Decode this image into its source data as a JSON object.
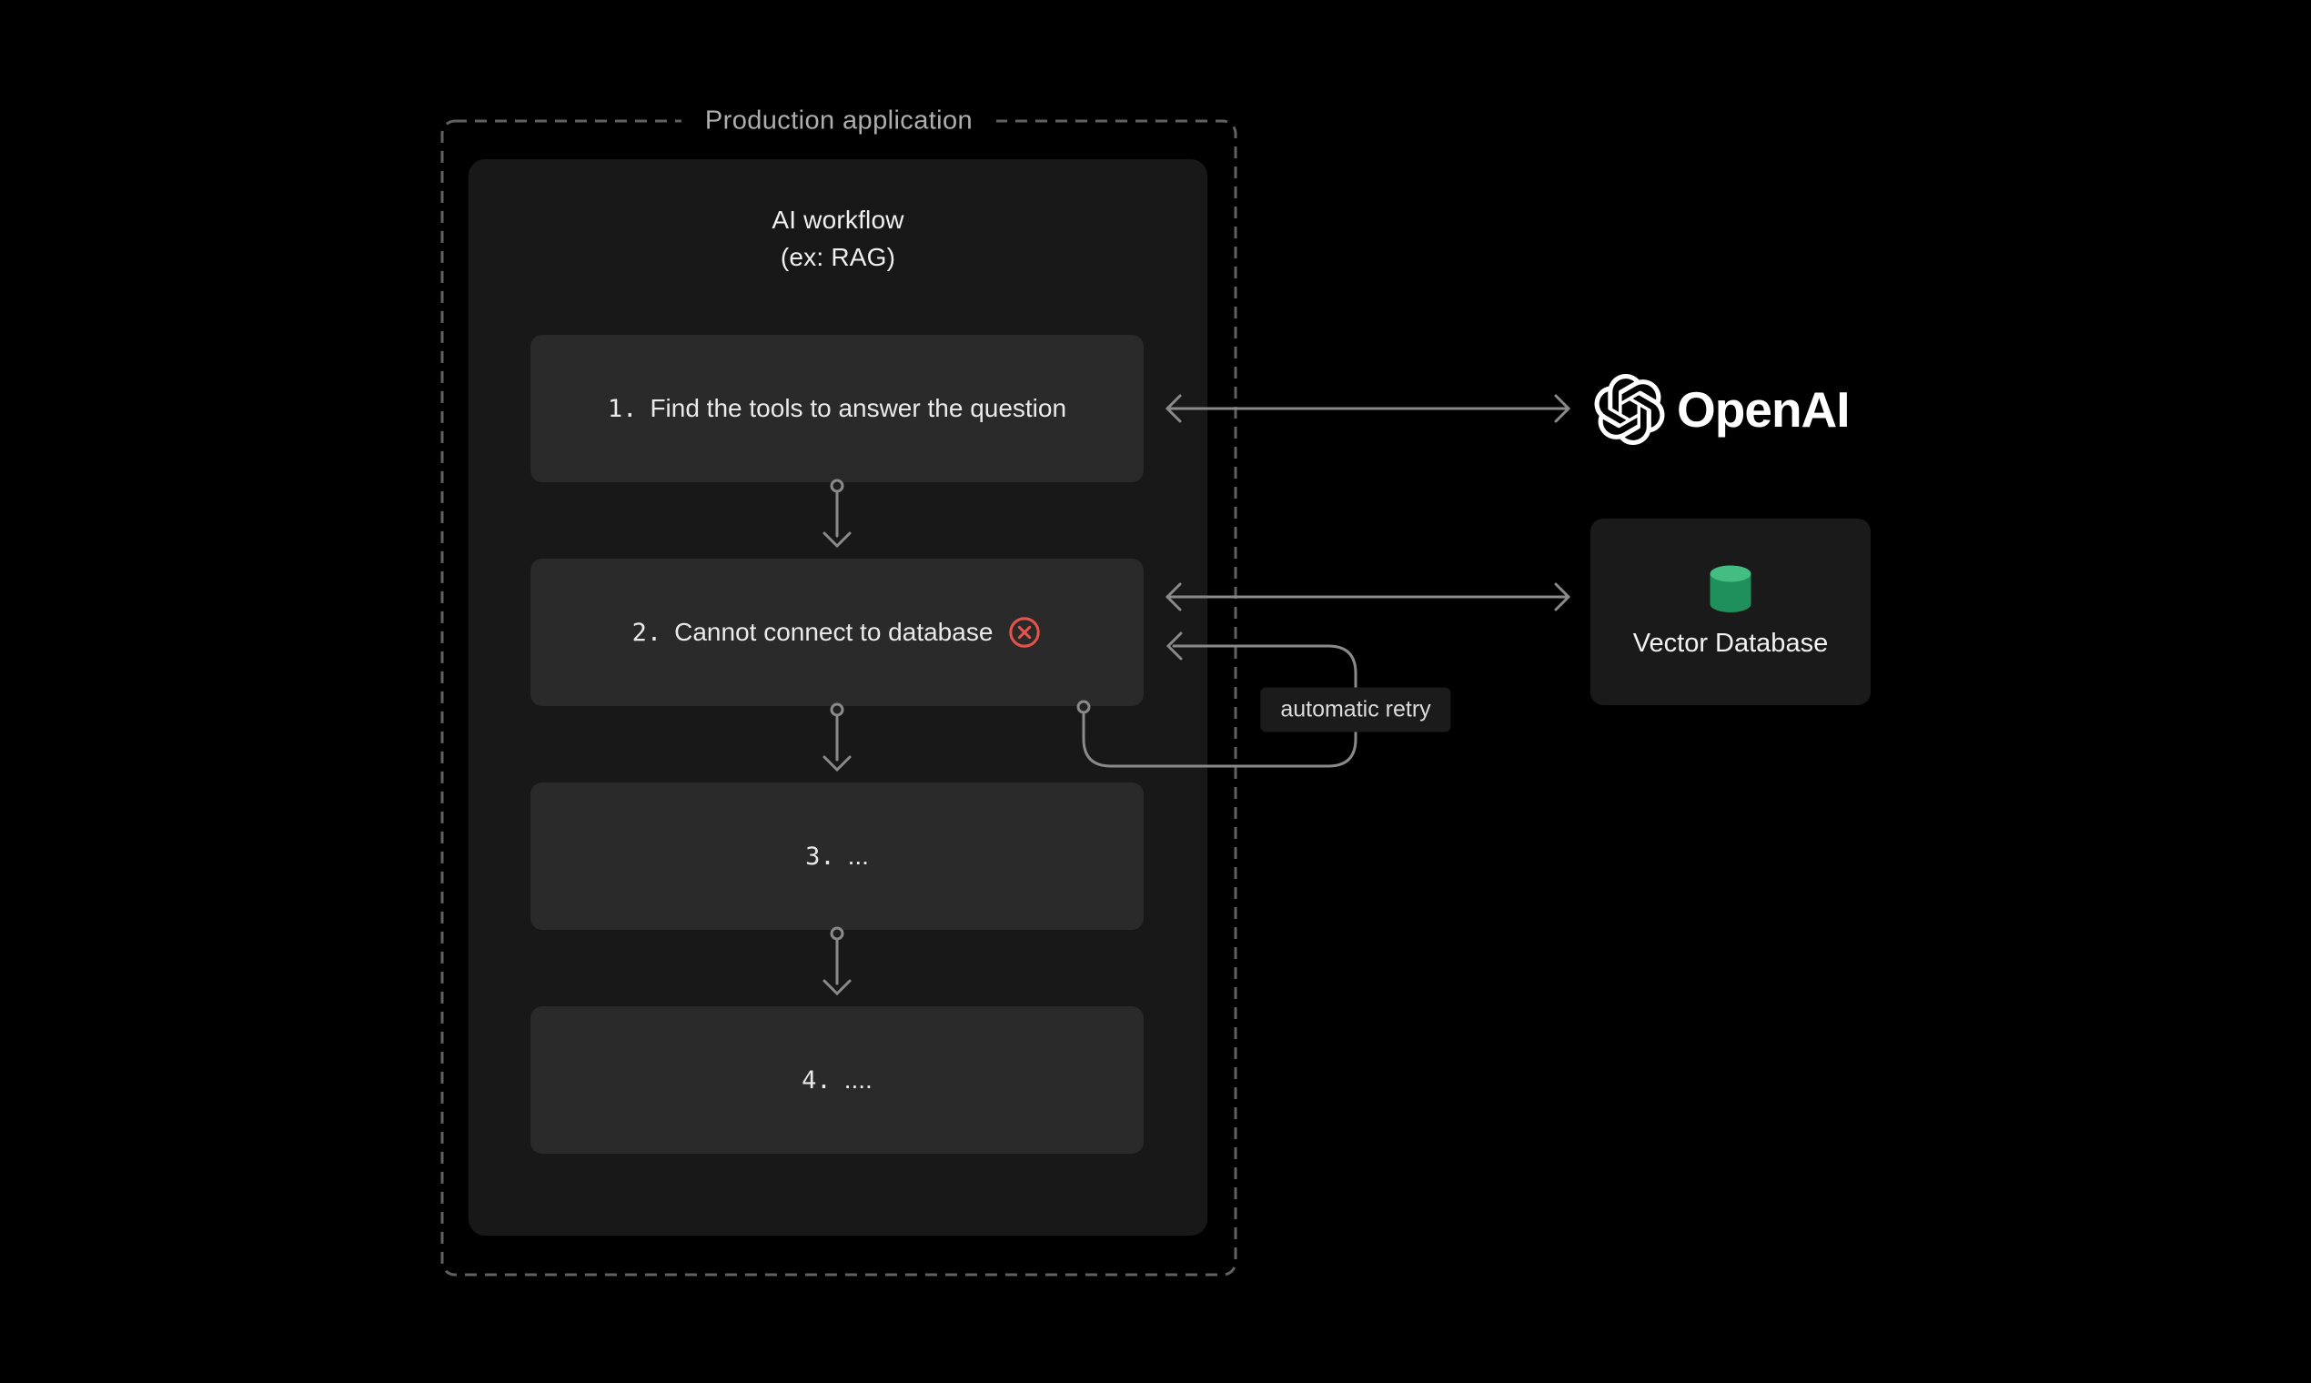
{
  "production_boundary": {
    "label": "Production application"
  },
  "workflow": {
    "title_line1": "AI workflow",
    "title_line2": "(ex: RAG)",
    "steps": [
      {
        "number": "1.",
        "label": "Find the tools to answer the question"
      },
      {
        "number": "2.",
        "label": "Cannot connect to database",
        "status_icon": "circle-x-icon",
        "status_color": "#e5544a"
      },
      {
        "number": "3.",
        "label": "..."
      },
      {
        "number": "4.",
        "label": "...."
      }
    ]
  },
  "annotations": {
    "retry_label": "automatic retry"
  },
  "external_services": {
    "openai": {
      "label": "OpenAI",
      "icon": "openai-logo-icon"
    },
    "vector_database": {
      "label": "Vector Database",
      "icon": "database-cylinder-icon"
    }
  },
  "colors": {
    "background": "#000000",
    "panel": "#181818",
    "step_box": "#2a2a2a",
    "dashed_border": "#616161",
    "arrow": "#8a8a8a",
    "error_red": "#e5544a",
    "db_green_body": "#1f8f5c",
    "db_green_top": "#44bd82",
    "text_primary": "#f0f0f0",
    "text_muted": "#aeaeae"
  }
}
